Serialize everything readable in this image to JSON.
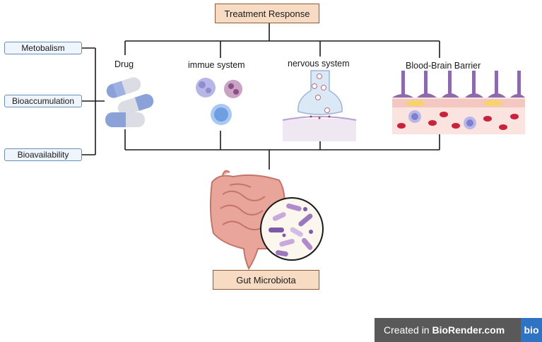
{
  "nodes": {
    "top": "Treatment Response",
    "bottom": "Gut Microbiota"
  },
  "factors": [
    "Metobalism",
    "Bioaccumulation",
    "Bioavailability"
  ],
  "categories": {
    "drug": "Drug",
    "immune": "immue system",
    "nervous": "nervous system",
    "bbb": "Blood-Brain Barrier"
  },
  "footer": {
    "prefix": "Created in ",
    "brand": "BioRender.com",
    "logo": "bio"
  },
  "colors": {
    "box_fill": "#f7dcc3",
    "box_border": "#8a5a3a",
    "side_fill": "#eef5fc",
    "side_border": "#6b8fb5",
    "line": "#1a1a1a"
  }
}
